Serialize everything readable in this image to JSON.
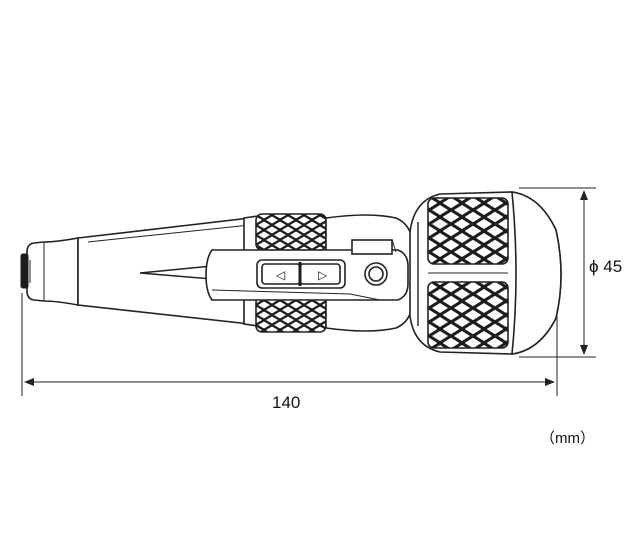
{
  "dimensions": {
    "length_label": "140",
    "diameter_label": "ϕ 45",
    "unit_label": "（mm）"
  },
  "switch_arrows": {
    "left": "◁",
    "right": "▷"
  }
}
